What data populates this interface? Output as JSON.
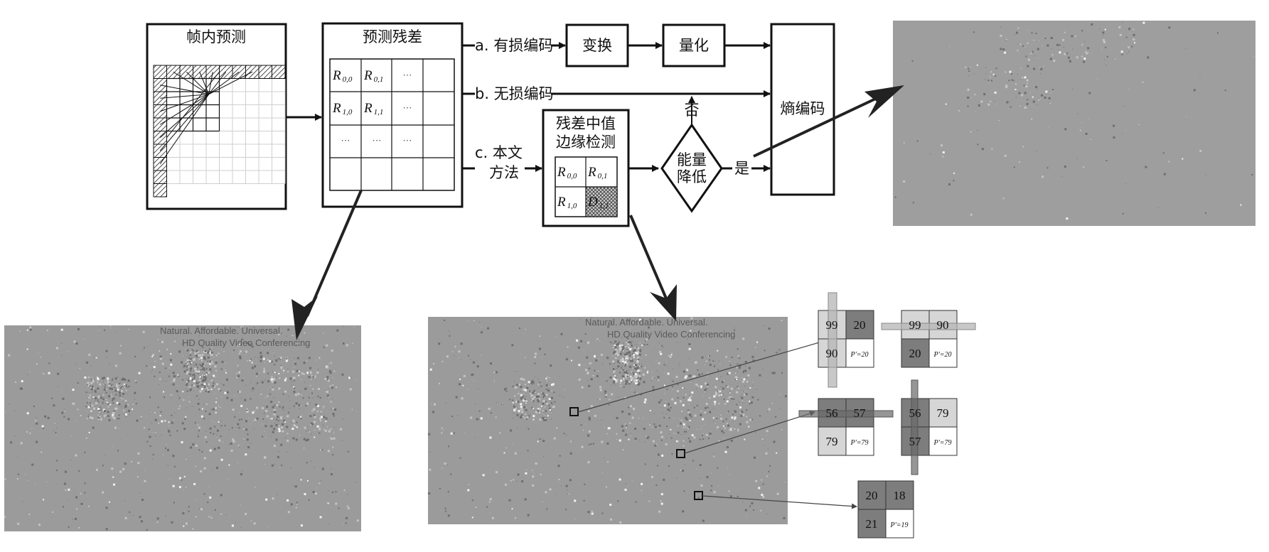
{
  "title": "",
  "blocks": {
    "intra_prediction": "帧内预测",
    "prediction_residual": "预测残差",
    "transform": "变换",
    "quantization": "量化",
    "entropy_coding": "熵编码",
    "median_edge_1": "残差中值",
    "median_edge_2": "边缘检测",
    "energy_1": "能量",
    "energy_2": "降低"
  },
  "paths": {
    "lossy": "a. 有损编码",
    "lossless": "b. 无损编码",
    "ours_1": "c. 本文",
    "ours_2": "方法",
    "no": "否",
    "yes": "是"
  },
  "residual_grid": {
    "r00": "R",
    "r00_sub": "0,0",
    "r01": "R",
    "r01_sub": "0,1",
    "r10": "R",
    "r10_sub": "1,0",
    "r11": "R",
    "r11_sub": "1,1",
    "ellipsis": "···"
  },
  "med_grid": {
    "r00": "R",
    "r00_sub": "0,0",
    "r01": "R",
    "r01_sub": "0,1",
    "r10": "R",
    "r10_sub": "1,0",
    "d11": "D",
    "d11_sub": "1,1"
  },
  "frame_caption": {
    "line1": "Natural. Affordable. Universal.",
    "line2": "HD Quality Video Conferencing"
  },
  "examples": [
    {
      "cells": [
        "99",
        "20",
        "90"
      ],
      "pred": "P'=20",
      "orientation": "vertical"
    },
    {
      "cells": [
        "99",
        "90",
        "20"
      ],
      "pred": "P'=20",
      "orientation": "horizontal"
    },
    {
      "cells": [
        "56",
        "57",
        "79"
      ],
      "pred": "P'=79",
      "orientation": "horizontal"
    },
    {
      "cells": [
        "56",
        "79",
        "57"
      ],
      "pred": "P'=79",
      "orientation": "vertical"
    },
    {
      "cells": [
        "20",
        "18",
        "21"
      ],
      "pred": "P'=19",
      "orientation": "none"
    }
  ],
  "colors": {
    "residual_gray": "#9b9b9b",
    "dark_cell": "#7d7d7d",
    "mid_cell": "#b5b5b5",
    "light_cell": "#d6d6d6"
  }
}
